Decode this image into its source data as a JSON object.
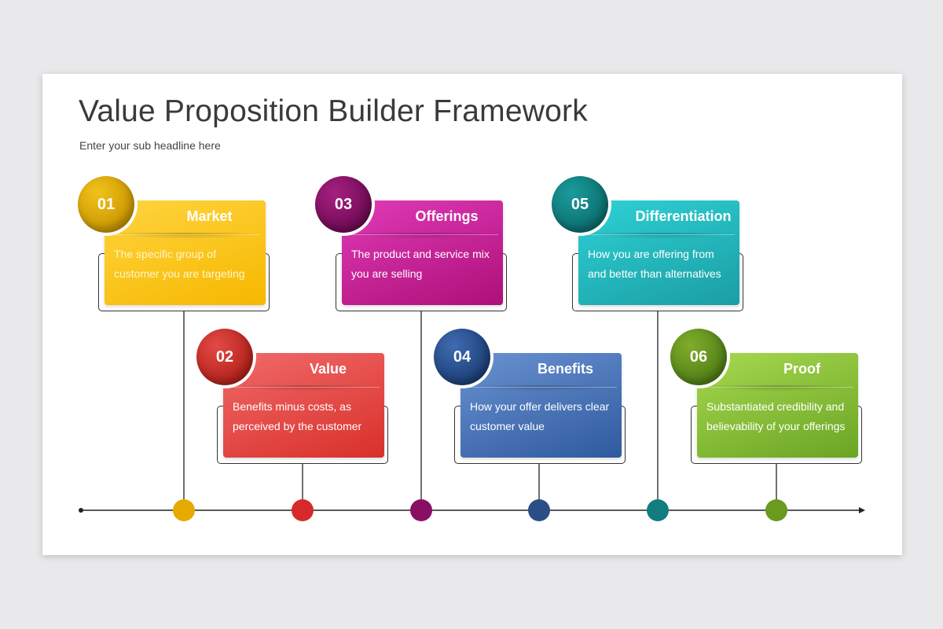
{
  "slide": {
    "title": "Value Proposition Builder Framework",
    "subtitle": "Enter your sub headline here"
  },
  "steps": [
    {
      "number": "01",
      "title": "Market",
      "description": "The specific group of customer you are targeting",
      "color": "#f5b800"
    },
    {
      "number": "02",
      "title": "Value",
      "description": "Benefits minus costs, as perceived by the customer",
      "color": "#d9302a"
    },
    {
      "number": "03",
      "title": "Offerings",
      "description": "The product and service mix you are selling",
      "color": "#8a0f63"
    },
    {
      "number": "04",
      "title": "Benefits",
      "description": "How your offer delivers clear customer value",
      "color": "#2c4d86"
    },
    {
      "number": "05",
      "title": "Differentiation",
      "description": "How you are offering from and better than alternatives",
      "color": "#127c7e"
    },
    {
      "number": "06",
      "title": "Proof",
      "description": "Substantiated credibility and believability of your offerings",
      "color": "#6a9a1e"
    }
  ]
}
